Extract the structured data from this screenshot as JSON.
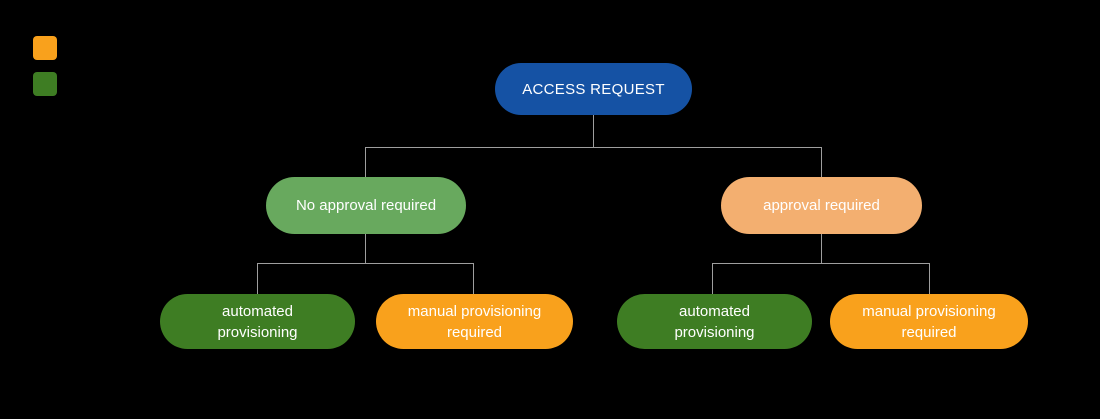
{
  "canvas": {
    "background_color": "#000000"
  },
  "legend": {
    "items": [
      {
        "name": "legend-swatch-orange",
        "color": "#f9a11c"
      },
      {
        "name": "legend-swatch-green",
        "color": "#3e7d23"
      }
    ]
  },
  "flowchart": {
    "connector_color": "#9e9e9e",
    "text_color": "#ffffff",
    "nodes": {
      "root": {
        "label": "ACCESS REQUEST",
        "color": "#1552a4"
      },
      "no_approval": {
        "label": "No approval required",
        "color": "#68a95e"
      },
      "approval": {
        "label": "approval required",
        "color": "#f3af70"
      },
      "auto_left": {
        "label": "automated provisioning",
        "color": "#3e7d23"
      },
      "manual_left": {
        "label": "manual provisioning required",
        "color": "#f9a11c"
      },
      "auto_right": {
        "label": "automated provisioning",
        "color": "#3e7d23"
      },
      "manual_right": {
        "label": "manual provisioning required",
        "color": "#f9a11c"
      }
    }
  }
}
